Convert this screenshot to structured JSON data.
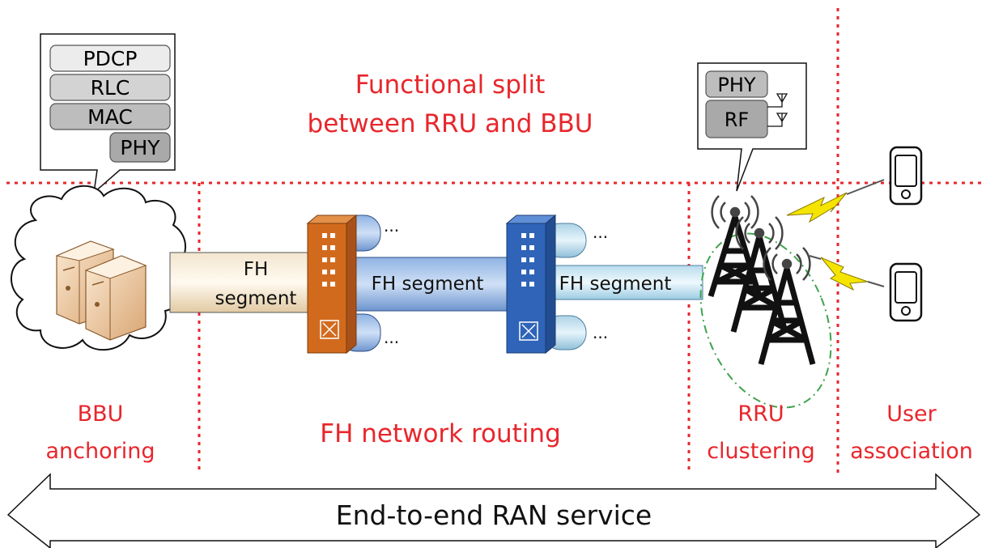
{
  "protocol_stack": [
    "PDCP",
    "RLC",
    "MAC",
    "PHY"
  ],
  "rru_stack": [
    "PHY",
    "RF"
  ],
  "split_label": [
    "Functional split",
    "between RRU and BBU"
  ],
  "fh_segments": {
    "first": [
      "FH",
      "segment"
    ],
    "second": "FH segment",
    "third": "FH segment"
  },
  "ellipsis": "...",
  "regions": {
    "bbu": [
      "BBU",
      "anchoring"
    ],
    "fh": "FH network routing",
    "rru": [
      "RRU",
      "clustering"
    ],
    "user": [
      "User",
      "association"
    ]
  },
  "service": "End-to-end RAN service",
  "colors": {
    "accent_red": "#e8262c",
    "switch_orange": "#d26a1e",
    "switch_blue": "#2f64b8",
    "cluster_green": "#3fa34d",
    "bolt_yellow": "#f5e400"
  }
}
